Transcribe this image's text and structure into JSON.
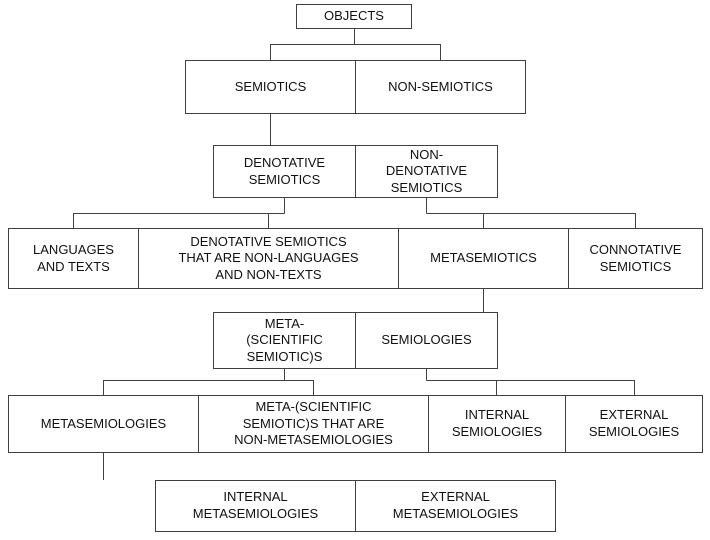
{
  "diagram": {
    "nodes": {
      "objects": {
        "label": "OBJECTS"
      },
      "semiotics": {
        "label": "SEMIOTICS"
      },
      "non_semiotics": {
        "label": "NON-SEMIOTICS"
      },
      "denotative_semiotics": {
        "label": "DENOTATIVE\nSEMIOTICS"
      },
      "non_denotative_semiotics": {
        "label": "NON-\nDENOTATIVE\nSEMIOTICS"
      },
      "languages_and_texts": {
        "label": "LANGUAGES\nAND TEXTS"
      },
      "denotative_non_languages": {
        "label": "DENOTATIVE SEMIOTICS\nTHAT ARE NON-LANGUAGES\nAND NON-TEXTS"
      },
      "metasemiotics": {
        "label": "METASEMIOTICS"
      },
      "connotative_semiotics": {
        "label": "CONNOTATIVE\nSEMIOTICS"
      },
      "meta_scientific_semiotics": {
        "label": "META-\n(SCIENTIFIC\nSEMIOTIC)S"
      },
      "semiologies": {
        "label": "SEMIOLOGIES"
      },
      "metasemiologies": {
        "label": "METASEMIOLOGIES"
      },
      "meta_scientific_non_metasemiologies": {
        "label": "META-(SCIENTIFIC\nSEMIOTIC)S THAT ARE\nNON-METASEMIOLOGIES"
      },
      "internal_semiologies": {
        "label": "INTERNAL\nSEMIOLOGIES"
      },
      "external_semiologies": {
        "label": "EXTERNAL\nSEMIOLOGIES"
      },
      "internal_metasemiologies": {
        "label": "INTERNAL\nMETASEMIOLOGIES"
      },
      "external_metasemiologies": {
        "label": "EXTERNAL\nMETASEMIOLOGIES"
      }
    },
    "edges": [
      {
        "from": "objects",
        "to": [
          "semiotics",
          "non_semiotics"
        ]
      },
      {
        "from": "semiotics",
        "to": [
          "denotative_semiotics",
          "non_denotative_semiotics"
        ]
      },
      {
        "from": "denotative_semiotics",
        "to": [
          "languages_and_texts",
          "denotative_non_languages"
        ]
      },
      {
        "from": "non_denotative_semiotics",
        "to": [
          "metasemiotics",
          "connotative_semiotics"
        ]
      },
      {
        "from": "metasemiotics",
        "to": [
          "meta_scientific_semiotics",
          "semiologies"
        ]
      },
      {
        "from": "meta_scientific_semiotics",
        "to": [
          "metasemiologies",
          "meta_scientific_non_metasemiologies"
        ]
      },
      {
        "from": "semiologies",
        "to": [
          "internal_semiologies",
          "external_semiologies"
        ]
      },
      {
        "from": "metasemiologies",
        "to": [
          "internal_metasemiologies",
          "external_metasemiologies"
        ]
      }
    ]
  },
  "colors": {
    "border": "#404040",
    "line": "#404040",
    "text": "#111111",
    "background": "#ffffff"
  }
}
